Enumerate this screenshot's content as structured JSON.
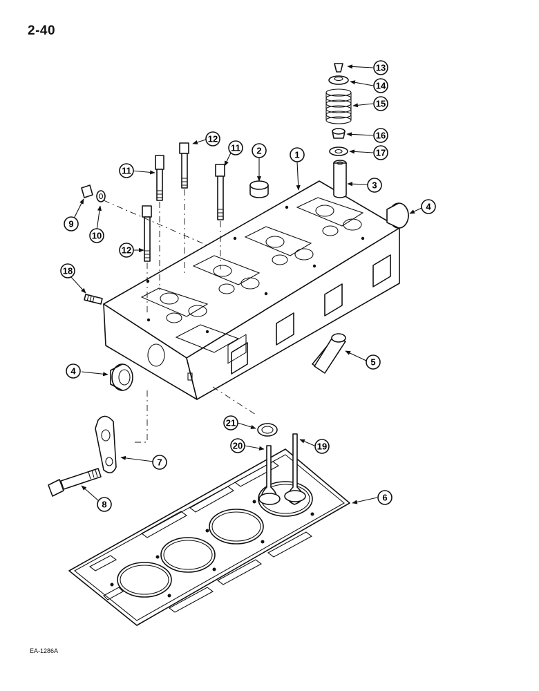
{
  "page_number": "2-40",
  "figure_code": "EA-1286A",
  "callouts": {
    "c1": "1",
    "c2": "2",
    "c3": "3",
    "c4a": "4",
    "c4b": "4",
    "c5": "5",
    "c6": "6",
    "c7": "7",
    "c8": "8",
    "c9": "9",
    "c10": "10",
    "c11a": "11",
    "c11b": "11",
    "c12a": "12",
    "c12b": "12",
    "c13": "13",
    "c14": "14",
    "c15": "15",
    "c16": "16",
    "c17": "17",
    "c18": "18",
    "c19": "19",
    "c20": "20",
    "c21": "21"
  }
}
